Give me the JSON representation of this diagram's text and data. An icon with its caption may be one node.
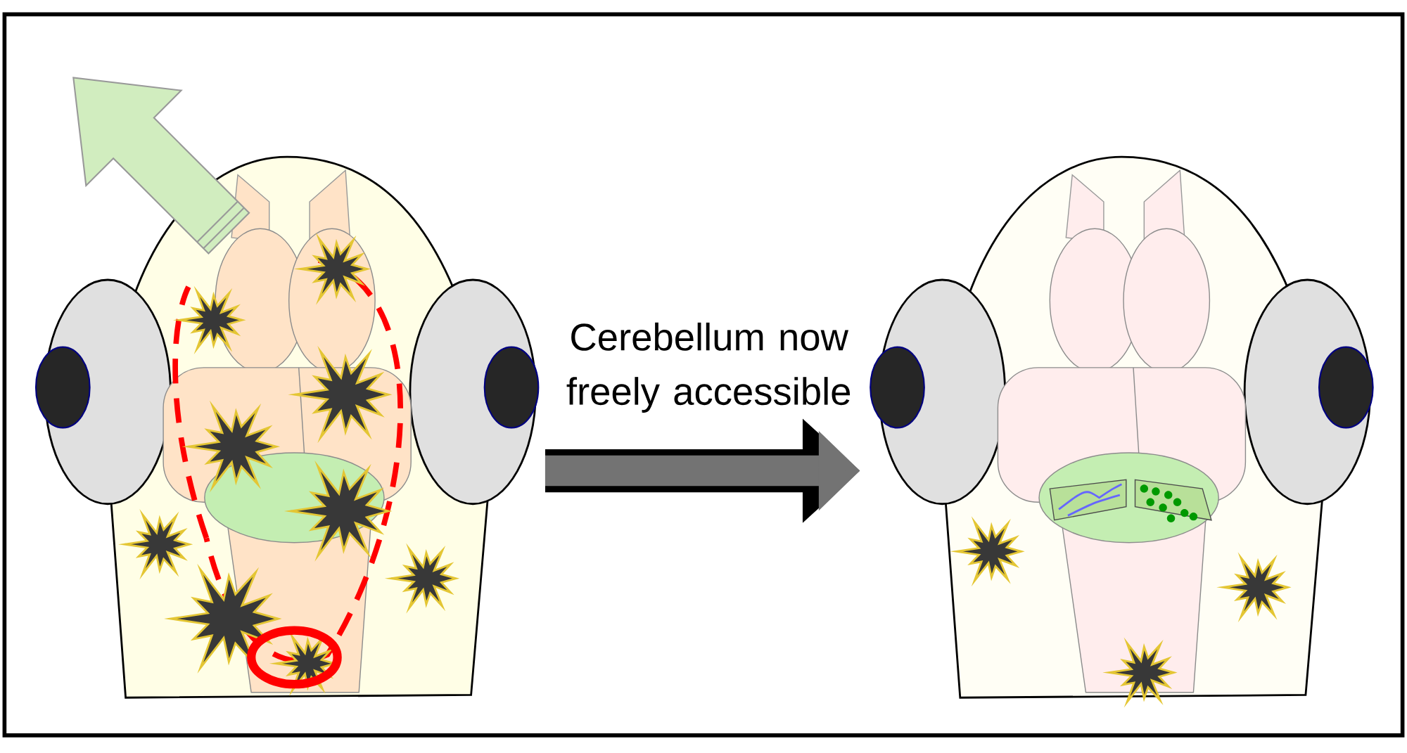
{
  "diagram": {
    "nodes": [
      {
        "text": [],
        "shape": "picture"
      },
      {
        "text": [],
        "shape": "picture"
      }
    ],
    "edges": [
      {
        "from": 0,
        "to": 1,
        "arrow": "to",
        "label": "Cerebellum now freely accessible"
      }
    ]
  }
}
